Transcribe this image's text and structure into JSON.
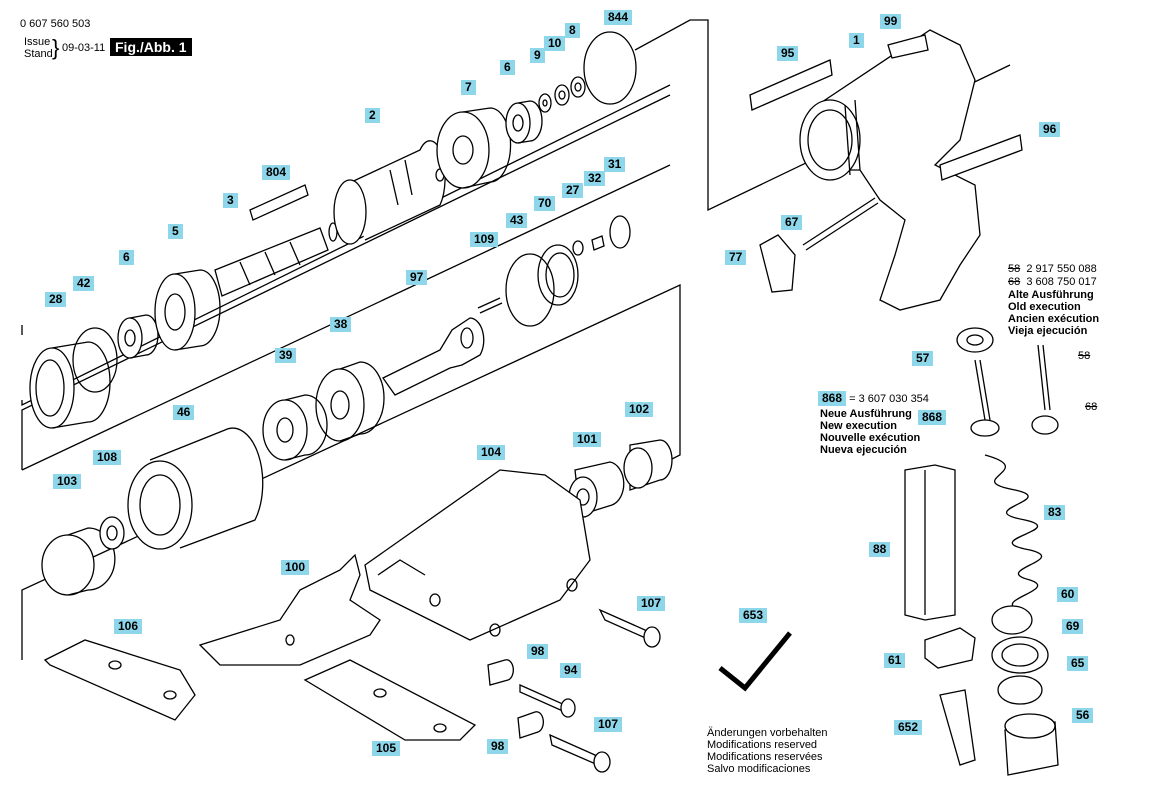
{
  "header": {
    "doc_number": "0 607 560 503",
    "issue_label_1": "Issue",
    "issue_label_2": "Stand",
    "issue_date": "09-03-11",
    "figure_label": "Fig./Abb. 1"
  },
  "parts": {
    "p1": "1",
    "p2": "2",
    "p3": "3",
    "p5": "5",
    "p6a": "6",
    "p6b": "6",
    "p7": "7",
    "p8": "8",
    "p9": "9",
    "p10": "10",
    "p27": "27",
    "p28": "28",
    "p31": "31",
    "p32": "32",
    "p38": "38",
    "p39": "39",
    "p42": "42",
    "p43": "43",
    "p46": "46",
    "p56": "56",
    "p57": "57",
    "p60": "60",
    "p61": "61",
    "p65": "65",
    "p67": "67",
    "p69": "69",
    "p70": "70",
    "p77": "77",
    "p83": "83",
    "p88": "88",
    "p94": "94",
    "p95": "95",
    "p96": "96",
    "p97": "97",
    "p98a": "98",
    "p98b": "98",
    "p99": "99",
    "p100": "100",
    "p101": "101",
    "p102": "102",
    "p103": "103",
    "p104": "104",
    "p105": "105",
    "p106": "106",
    "p107a": "107",
    "p107b": "107",
    "p108": "108",
    "p109": "109",
    "p652": "652",
    "p653": "653",
    "p804": "804",
    "p844": "844",
    "p868a": "868",
    "p868b": "868"
  },
  "old_execution": {
    "line1_ref": "58",
    "line1_num": "2 917 550 088",
    "line2_ref": "68",
    "line2_num": "3 608 750 017",
    "de": "Alte Ausführung",
    "en": "Old execution",
    "fr": "Ancien exécution",
    "es": "Vieja ejecución",
    "ref58": "58",
    "ref68": "68"
  },
  "new_execution": {
    "eq": "= 3 607 030 354",
    "de": "Neue Ausführung",
    "en": "New execution",
    "fr": "Nouvelle exécution",
    "es": "Nueva ejecución"
  },
  "footer": {
    "de": "Änderungen vorbehalten",
    "en": "Modifications reserved",
    "fr": "Modifications reservées",
    "es": "Salvo modificaciones"
  }
}
